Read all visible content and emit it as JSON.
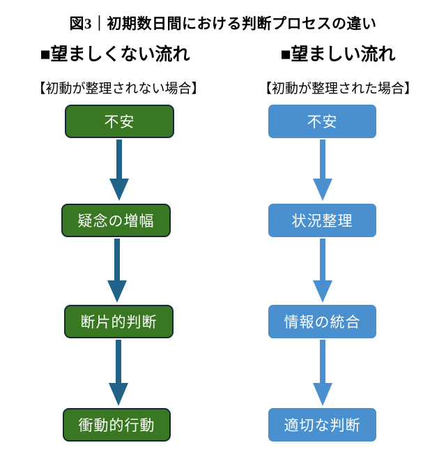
{
  "figure": {
    "title": "図3｜初期数日間における判断プロセスの違い"
  },
  "columns": [
    {
      "id": "undesirable",
      "heading": "■望ましくない流れ",
      "subtitle": "【初動が整理されない場合】",
      "box_fill": "#3a7722",
      "box_border": "#16283a",
      "arrow_color": "#1f6388",
      "nodes": [
        {
          "label": "不安"
        },
        {
          "label": "疑念の増幅"
        },
        {
          "label": "断片的判断"
        },
        {
          "label": "衝動的行動"
        }
      ]
    },
    {
      "id": "desirable",
      "heading": "■望ましい流れ",
      "subtitle": "【初動が整理された場合】",
      "box_fill": "#4a90cf",
      "box_border": "none",
      "arrow_color": "#4a90cf",
      "nodes": [
        {
          "label": "不安"
        },
        {
          "label": "状況整理"
        },
        {
          "label": "情報の統合"
        },
        {
          "label": "適切な判断"
        }
      ]
    }
  ],
  "colors": {
    "background": "#ffffff",
    "text": "#000000",
    "node_text": "#ffffff",
    "green_fill": "#3a7722",
    "green_border": "#16283a",
    "blue_fill": "#4a90cf",
    "teal_arrow": "#1f6388"
  }
}
